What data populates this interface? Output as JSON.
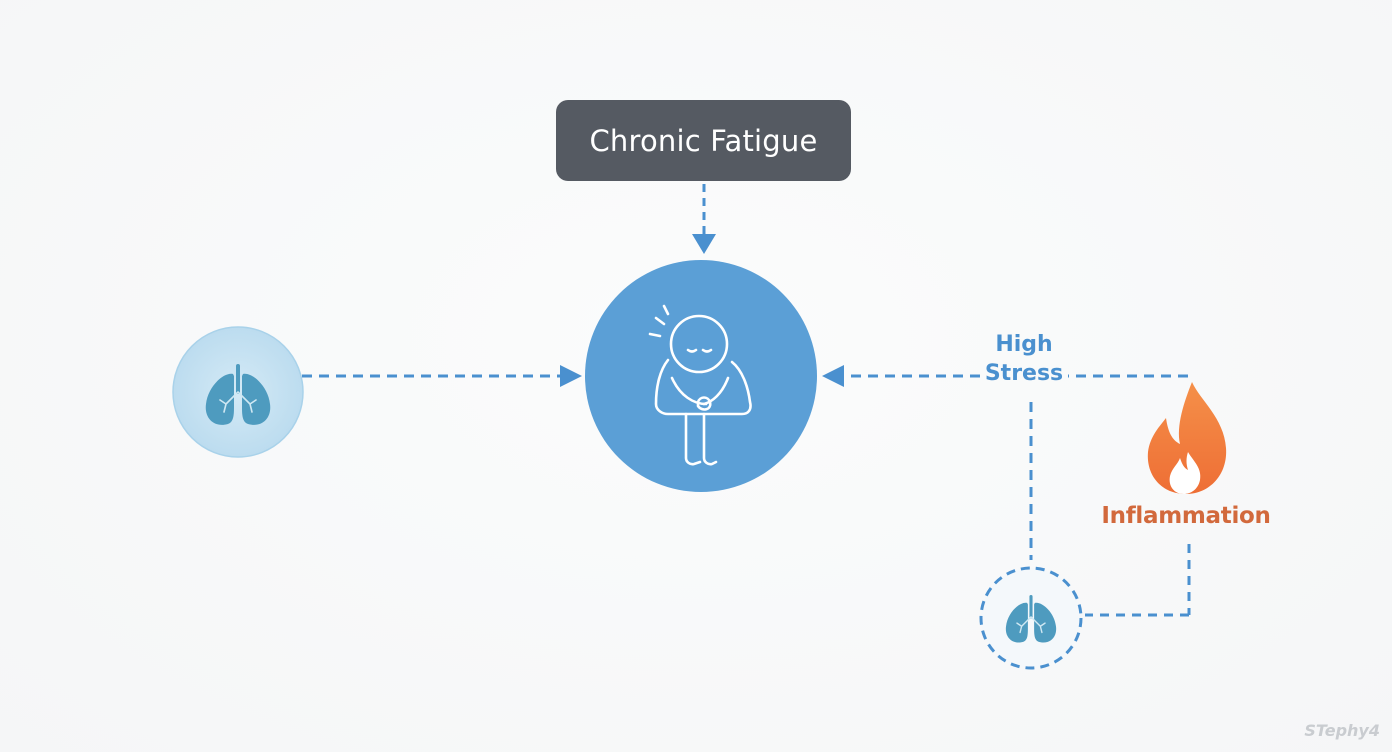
{
  "title": "Chronic Fatigue",
  "labels": {
    "high": "High",
    "stress": "Stress",
    "inflammation": "Inflammation"
  },
  "watermark": "STephy4",
  "icons": {
    "center": "fatigued-person-icon",
    "left": "lungs-icon",
    "bottom_right": "lungs-icon",
    "flame": "flame-icon"
  },
  "colors": {
    "arrow": "#4a90cf",
    "center_node": "#5b9fd6",
    "title_box": "#555a62",
    "inflammation": "#d2693c",
    "flame": "#f07f3e",
    "lungs": "#4e9bbf"
  }
}
